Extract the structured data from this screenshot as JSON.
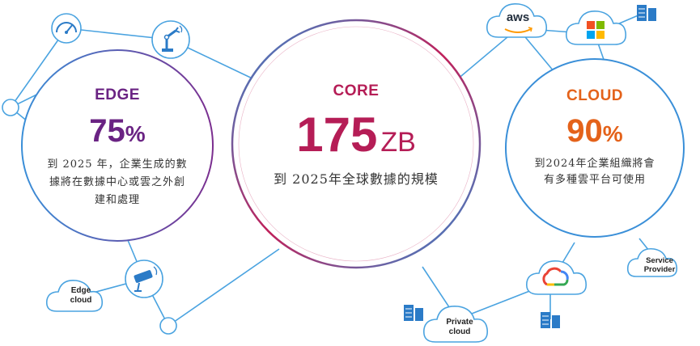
{
  "colors": {
    "edge": "#6a2383",
    "core": "#b51d56",
    "cloud": "#e4621a",
    "line": "#4aa3e0",
    "icon_blue": "#2b7bc7"
  },
  "edge": {
    "title": "EDGE",
    "value": "75",
    "unit": "%",
    "desc_lines": [
      "到 2025 年，企業生成的數",
      "據將在數據中心或雲之外創",
      "建和處理"
    ]
  },
  "core": {
    "title": "CORE",
    "value": "175",
    "unit": "ZB",
    "desc": "到 2025年全球數據的規模"
  },
  "cloud": {
    "title": "CLOUD",
    "value": "90",
    "unit": "%",
    "desc_lines": [
      "到2024年企業組織將會",
      "有多種雲平台可使用"
    ]
  },
  "nodes": {
    "edge_cloud_lines": [
      "Edge",
      "cloud"
    ],
    "private_cloud_lines": [
      "Private",
      "cloud"
    ],
    "service_provider_lines": [
      "Service",
      "Provider"
    ],
    "aws_label": "aws"
  },
  "icons": [
    "gauge-icon",
    "robot-arm-icon",
    "security-camera-icon",
    "aws-logo-icon",
    "windows-logo-icon",
    "google-cloud-icon",
    "server-rack-icon"
  ]
}
